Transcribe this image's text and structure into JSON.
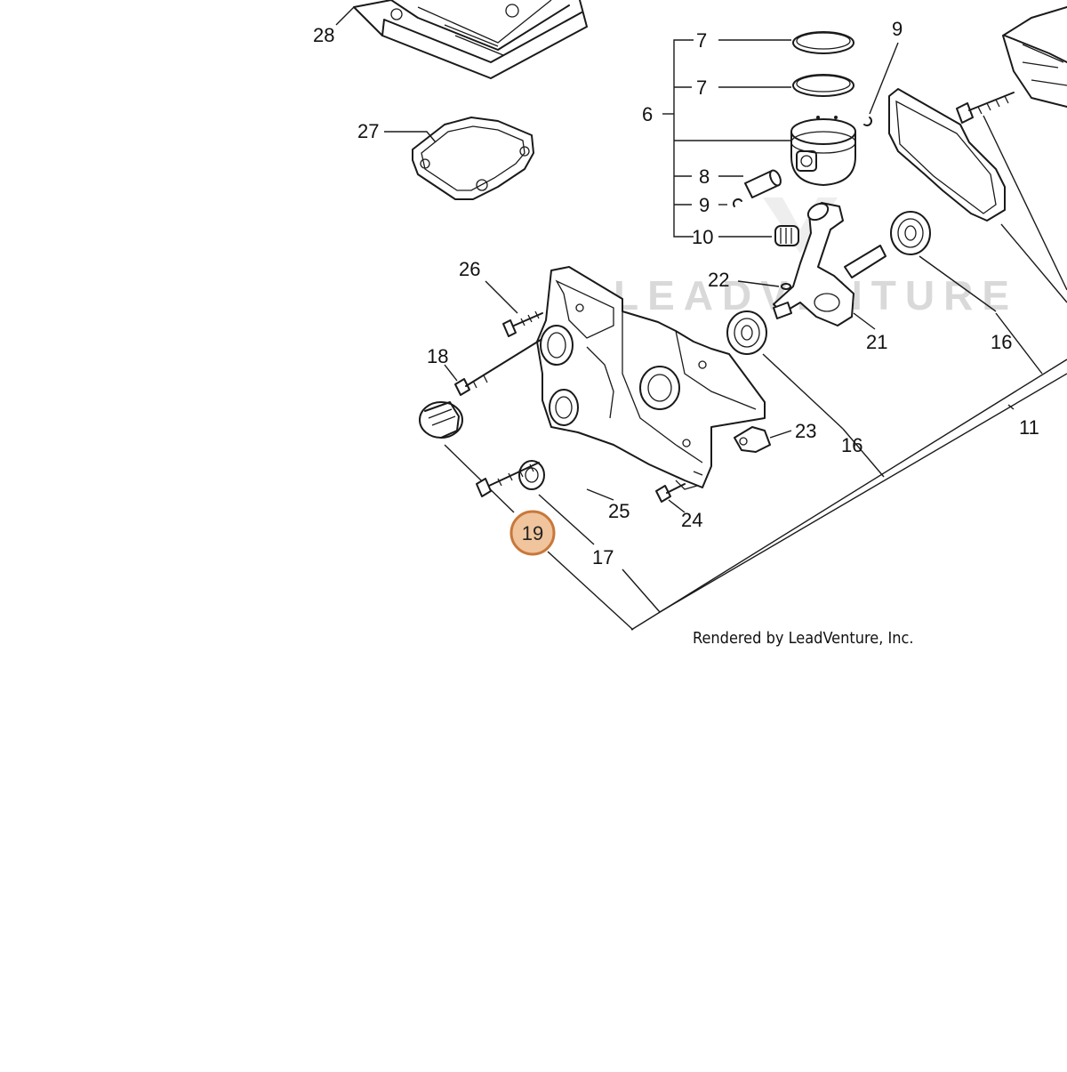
{
  "diagram": {
    "watermark": "LEADVENTURE",
    "credit": "Rendered by LeadVenture, Inc.",
    "highlight_color": "#f0c49c",
    "highlight_stroke": "#c8783a",
    "highlighted_callout": "19",
    "callouts": {
      "c28": "28",
      "c27": "27",
      "c7a": "7",
      "c7b": "7",
      "c6": "6",
      "c8": "8",
      "c9a": "9",
      "c9b": "9",
      "c10": "10",
      "c26": "26",
      "c22": "22",
      "c21": "21",
      "c16a": "16",
      "c16b": "16",
      "c18": "18",
      "c23": "23",
      "c11": "11",
      "c25": "25",
      "c24": "24",
      "c17": "17"
    }
  }
}
